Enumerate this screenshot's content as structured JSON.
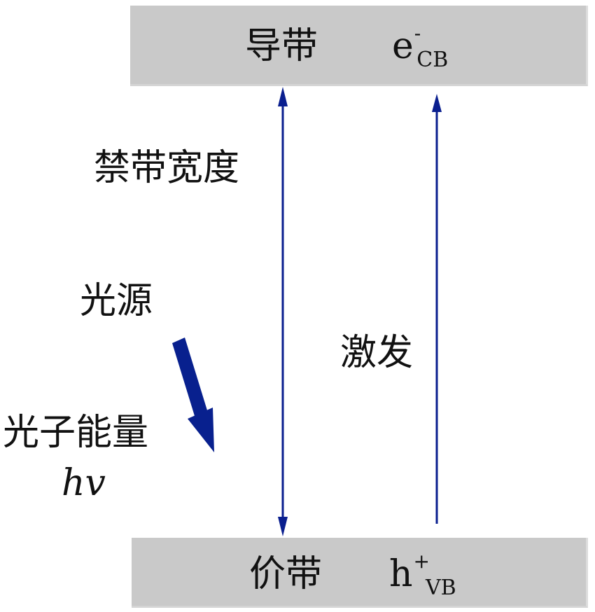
{
  "conduction_band": {
    "name": "导带",
    "carrier_main": "e",
    "carrier_sup": "-",
    "carrier_sub": "CB"
  },
  "valence_band": {
    "name": "价带",
    "carrier_main": "h",
    "carrier_sup": "+",
    "carrier_sub": "VB"
  },
  "band_gap_label": "禁带宽度",
  "light_source_label": "光源",
  "photon_energy_label": "光子能量",
  "photon_energy_symbol": "hv",
  "excitation_label": "激发",
  "colors": {
    "arrow_line": "#0a1f8f",
    "photon_arrow": "#08208e",
    "band_fill": "#c9c9c9"
  }
}
